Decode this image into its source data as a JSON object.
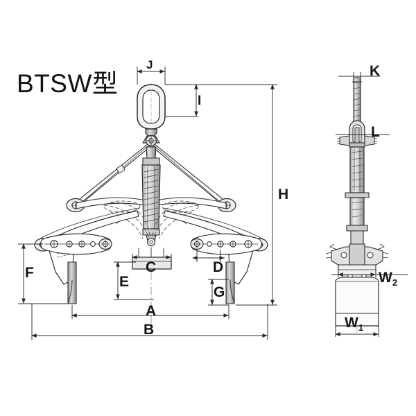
{
  "figure": {
    "title": "BTSW型",
    "kind": "technical-drawing",
    "views": [
      {
        "name": "front-elevation",
        "label": ""
      },
      {
        "name": "side-elevation",
        "label": ""
      }
    ]
  },
  "dimensions": {
    "front": [
      {
        "key": "J",
        "label": "J",
        "orientation": "horizontal",
        "part": "lifting-ring-width"
      },
      {
        "key": "I",
        "label": "I",
        "orientation": "vertical",
        "part": "lifting-ring-height"
      },
      {
        "key": "H",
        "label": "H",
        "orientation": "vertical",
        "part": "overall-height"
      },
      {
        "key": "F",
        "label": "F",
        "orientation": "vertical",
        "part": "jaw-height"
      },
      {
        "key": "E",
        "label": "E",
        "orientation": "vertical",
        "part": "inner-height"
      },
      {
        "key": "C",
        "label": "C",
        "orientation": "horizontal",
        "part": "center-block-width"
      },
      {
        "key": "D",
        "label": "D",
        "orientation": "horizontal",
        "part": "link-pitch"
      },
      {
        "key": "G",
        "label": "G",
        "orientation": "vertical",
        "part": "pad-height"
      },
      {
        "key": "A",
        "label": "A",
        "orientation": "horizontal",
        "part": "jaw-opening"
      },
      {
        "key": "B",
        "label": "B",
        "orientation": "horizontal",
        "part": "overall-width"
      }
    ],
    "side": [
      {
        "key": "K",
        "label": "K",
        "orientation": "horizontal",
        "part": "shaft-diameter"
      },
      {
        "key": "L",
        "label": "L",
        "orientation": "horizontal",
        "part": "yoke-width"
      },
      {
        "key": "W2",
        "label": "W",
        "sub": "2",
        "orientation": "horizontal",
        "part": "upper-pad-width"
      },
      {
        "key": "W1",
        "label": "W",
        "sub": "1",
        "orientation": "horizontal",
        "part": "lower-pad-width"
      }
    ]
  },
  "colors": {
    "background": "#ffffff",
    "line": "#2b2b2b",
    "light_line": "#6a6a6a",
    "fill_light": "#dcdcdc",
    "fill_mid": "#bfbfbf",
    "fill_dark": "#9a9a9a",
    "text": "#141414"
  }
}
